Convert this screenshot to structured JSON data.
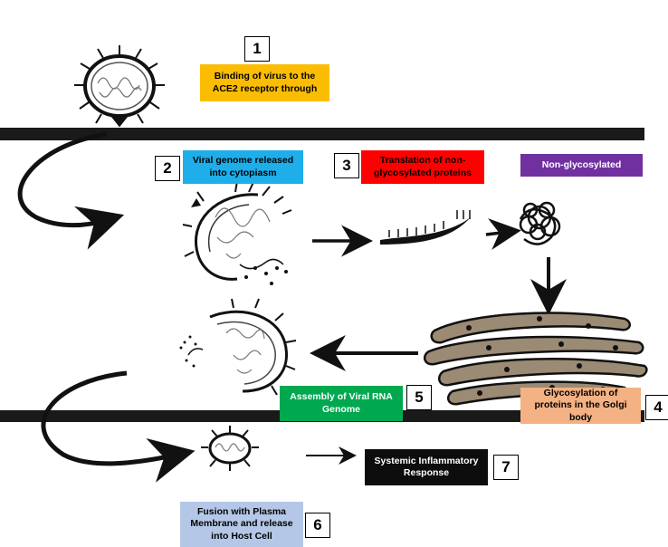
{
  "steps": [
    {
      "number": "1",
      "label": "Binding of virus to the ACE2 receptor through",
      "color": "#fbbd04",
      "text_color": "#000000"
    },
    {
      "number": "2",
      "label": "Viral genome released into cytopiasm",
      "color": "#1eaeea",
      "text_color": "#000000"
    },
    {
      "number": "3",
      "label": "Translation of non-glycosylated proteins",
      "color": "#ff0000",
      "text_color": "#000000"
    },
    {
      "number": "4",
      "label": "Glycosylation of proteins in the Golgi body",
      "color": "#f4b183",
      "text_color": "#000000"
    },
    {
      "number": "5",
      "label": "Assembly of Viral RNA Genome",
      "color": "#00a84f",
      "text_color": "#ffffff"
    },
    {
      "number": "6",
      "label": "Fusion with Plasma Membrane and release into Host Cell",
      "color": "#b4c7e7",
      "text_color": "#000000"
    },
    {
      "number": "7",
      "label": "Systemic Inflammatory Response",
      "color": "#0d0d0d",
      "text_color": "#ffffff"
    }
  ],
  "non_glycosylated": {
    "label": "Non-glycosylated",
    "color": "#7030a0",
    "text_color": "#ffffff"
  },
  "colors": {
    "membrane": "#1a1a1a",
    "golgi_fill": "#9b8a74",
    "ink": "#111111"
  }
}
